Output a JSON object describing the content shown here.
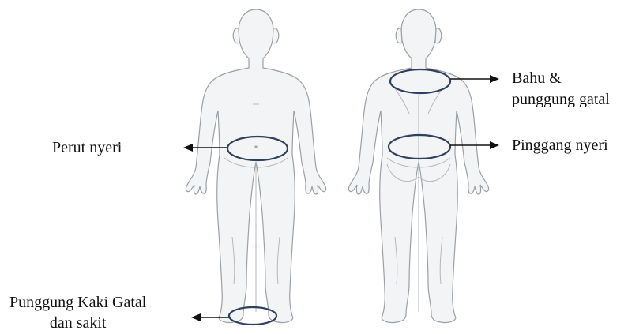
{
  "annotations": {
    "shoulder_back": {
      "line1": "Bahu &",
      "line2": "punggung gatal"
    },
    "waist": {
      "text": "Pinggang nyeri"
    },
    "abdomen": {
      "text": "Perut nyeri"
    },
    "foot": {
      "line1": "Punggung Kaki Gatal",
      "line2": "dan sakit"
    }
  },
  "colors": {
    "ring": "#2f3f5e",
    "body_fill": "#f3f4f5",
    "body_outline": "#9aa0a6",
    "arrow": "#111111"
  }
}
